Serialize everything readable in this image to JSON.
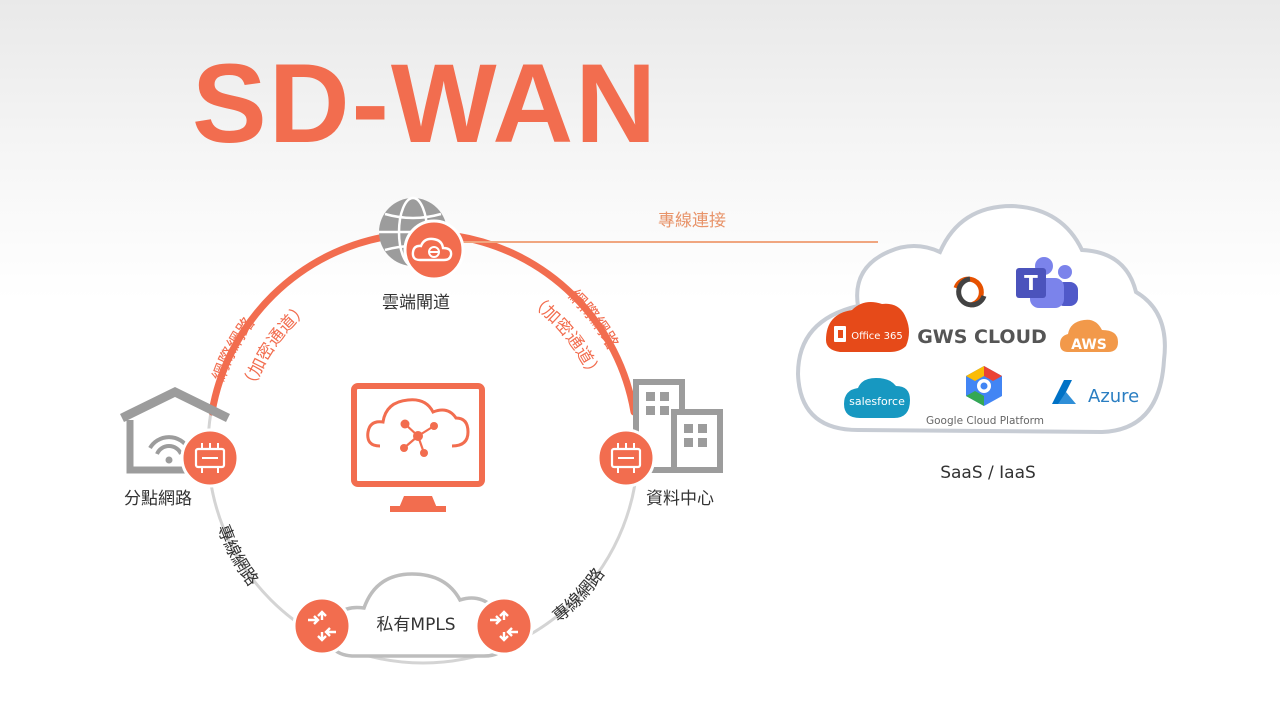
{
  "title": "SD-WAN",
  "labels": {
    "gateway": "雲端閘道",
    "branch": "分點網路",
    "datacenter": "資料中心",
    "mpls": "私有MPLS",
    "dedicated_link": "專線連接",
    "saas": "SaaS / IaaS",
    "internet_left": "網際網路",
    "encrypted_left": "（加密通道）",
    "internet_right": "網際網路",
    "encrypted_right": "（加密通道）",
    "leased_left": "專線網路",
    "leased_right": "專線網路"
  },
  "cloud_services": {
    "office365": "Office 365",
    "gws": "GWS CLOUD",
    "teams": "T",
    "aws": "AWS",
    "salesforce": "salesforce",
    "gcp": "Google Cloud Platform",
    "azure": "Azure"
  },
  "colors": {
    "accent": "#f26d4f",
    "gray": "#9a9a9a",
    "text": "#333333"
  }
}
